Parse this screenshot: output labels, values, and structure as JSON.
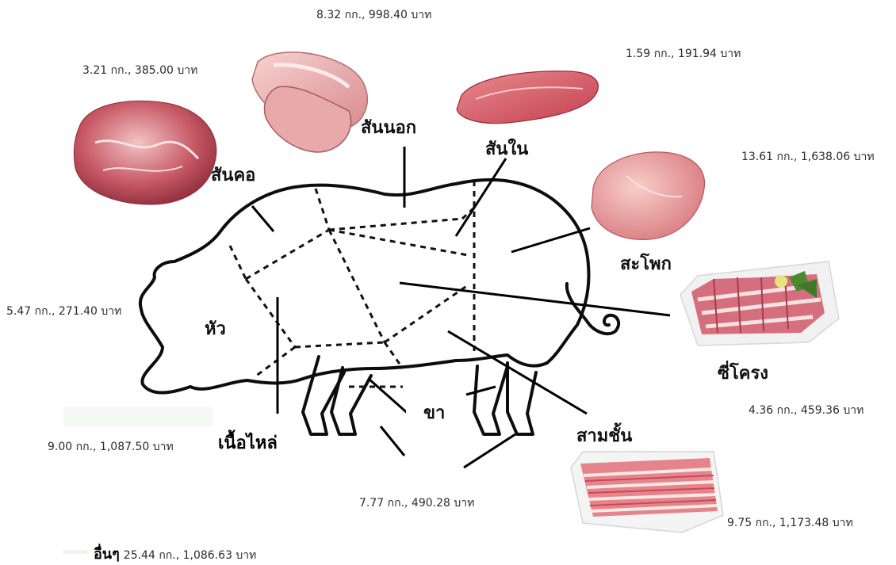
{
  "diagram": {
    "cuts": {
      "loin": {
        "label": "สันนอก",
        "stats": "8.32 กก., 998.40 บาท"
      },
      "neck": {
        "label": "สันคอ",
        "stats": "3.21 กก., 385.00 บาท"
      },
      "tenderloin": {
        "label": "สันใน",
        "stats": "1.59 กก., 191.94 บาท"
      },
      "ham": {
        "label": "สะโพก",
        "stats": "13.61 กก., 1,638.06 บาท"
      },
      "head": {
        "label": "หัว",
        "stats": "5.47 กก., 271.40 บาท"
      },
      "ribs": {
        "label": "ซี่โครง",
        "stats": "4.36 กก., 459.36 บาท"
      },
      "shoulder": {
        "label": "เนื้อไหล่",
        "stats": "9.00 กก., 1,087.50 บาท"
      },
      "legs": {
        "label": "ขา",
        "stats": "7.77 กก., 490.28 บาท"
      },
      "belly": {
        "label": "สามชั้น",
        "stats": "9.75 กก., 1,173.48 บาท"
      },
      "others": {
        "label": "อื่นๆ",
        "stats": "25.44 กก., 1,086.63 บาท"
      }
    }
  }
}
